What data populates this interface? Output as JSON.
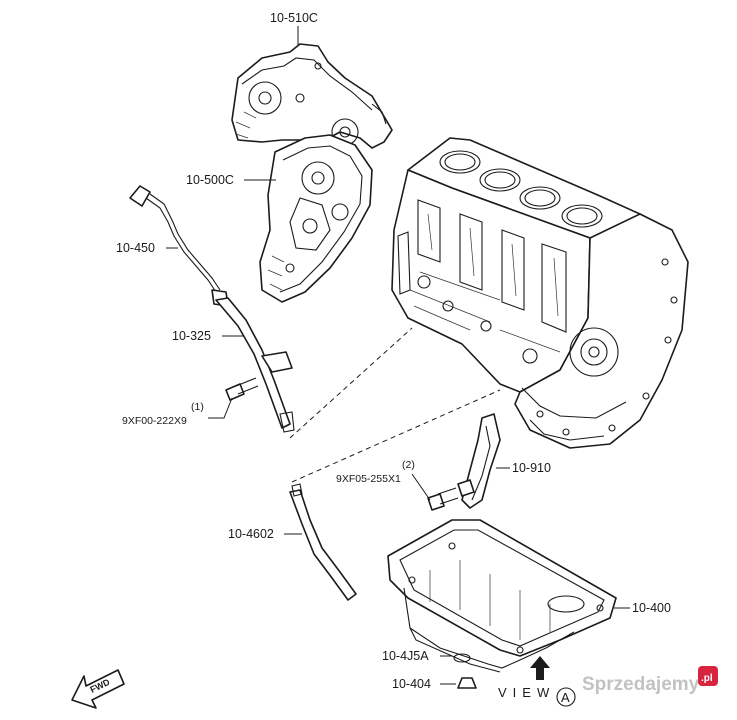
{
  "parts": {
    "p_10_510C": "10-510C",
    "p_10_500C": "10-500C",
    "p_10_450": "10-450",
    "p_10_325": "10-325",
    "bolt1_qty": "(1)",
    "bolt1_code": "9XF00-222X9",
    "bolt2_qty": "(2)",
    "bolt2_code": "9XF05-255X1",
    "p_10_910": "10-910",
    "p_10_4602": "10-4602",
    "p_10_400": "10-400",
    "p_10_4J5A": "10-4J5A",
    "p_10_404": "10-404"
  },
  "view": {
    "text": "VIEW",
    "letter": "A"
  },
  "fwd": {
    "text": "FWD"
  },
  "watermark": {
    "brand": "Sprzedajemy",
    "tld": ".pl"
  },
  "icons": [
    "fwd-arrow-icon",
    "view-arrow-icon",
    "watermark-logo-icon"
  ]
}
